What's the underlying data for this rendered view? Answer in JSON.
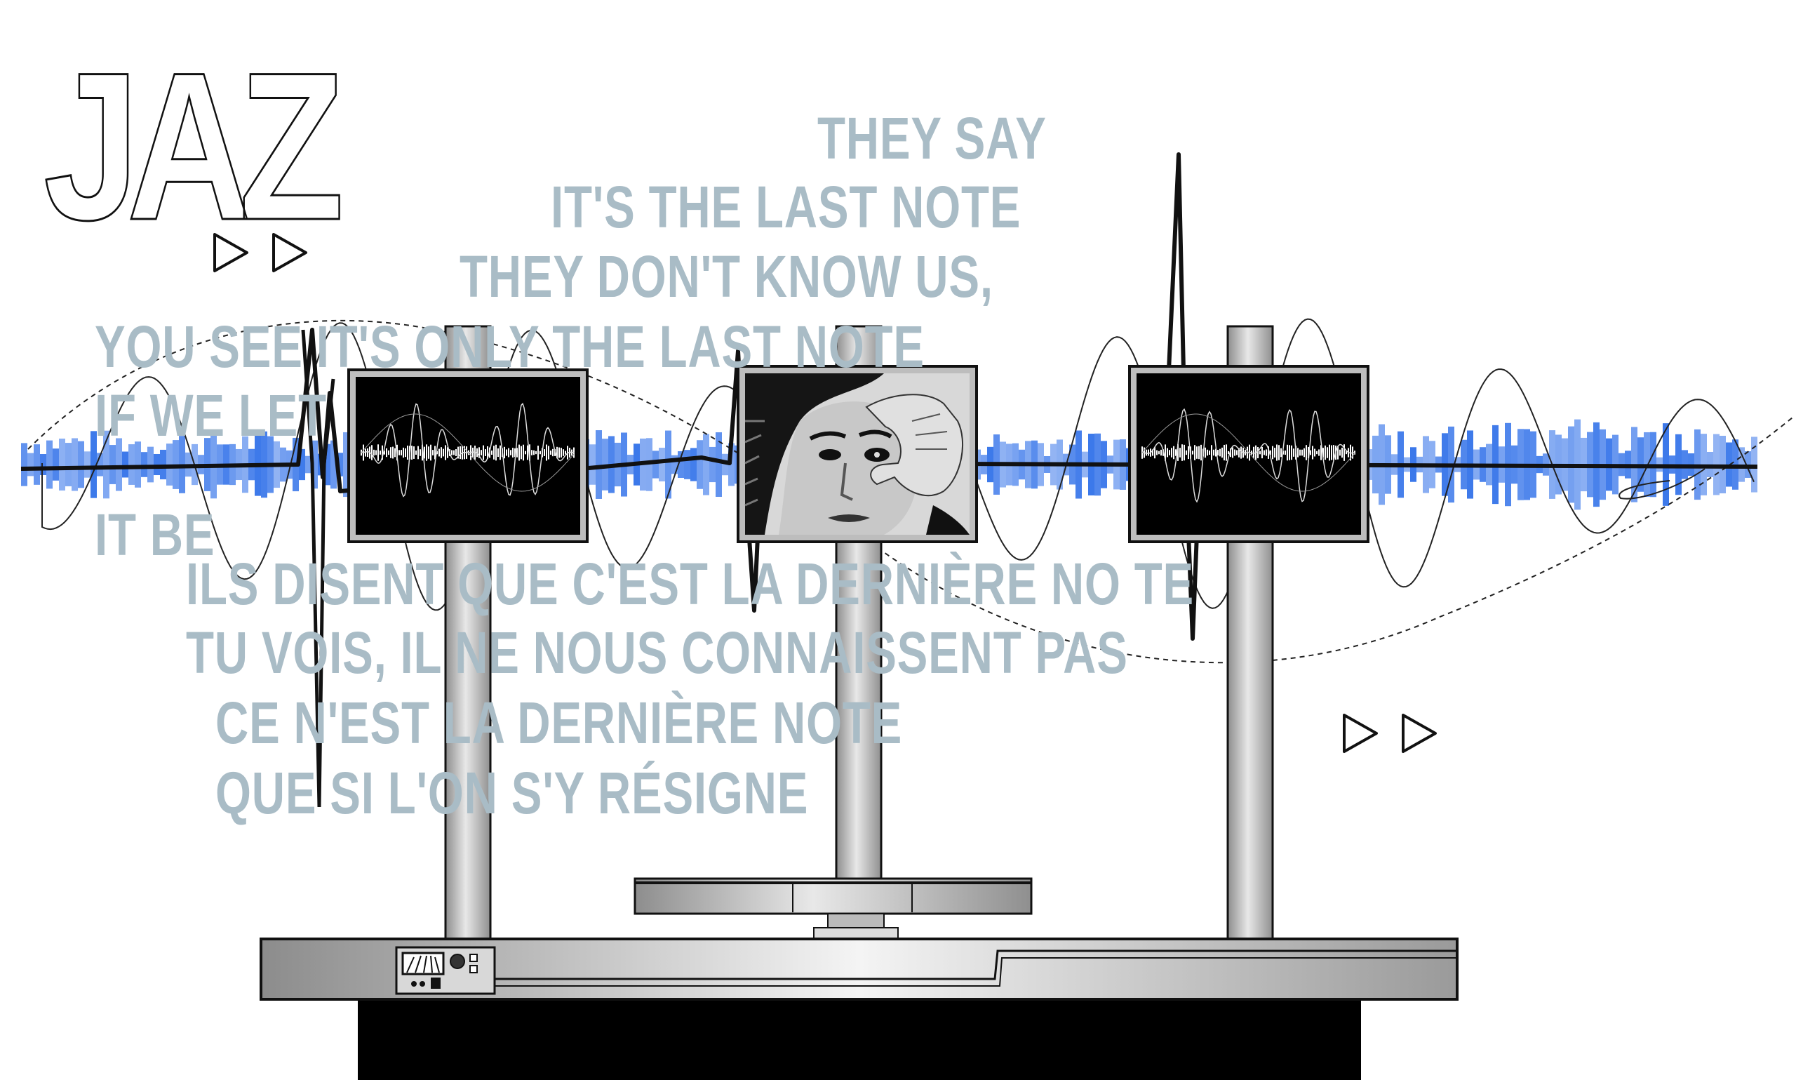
{
  "logo": {
    "text": "JAZ"
  },
  "lyrics_en": [
    "THEY SAY",
    "IT'S THE LAST NOTE",
    "THEY DON'T KNOW US,",
    "YOU SEE IT'S    ONLY THE LAST NOTE",
    "IF WE LET",
    "IT BE"
  ],
  "lyrics_fr": [
    "ILS DISENT QUE C'EST  LA  DERNIÈRE NO  TE",
    "TU VOIS, IL  NE NOUS CONNAISSENT PAS",
    "CE N'EST  LA  DERNIÈRE  NOTE",
    "QUE  SI L'ON S'Y RÉSIGNE"
  ],
  "icons": {
    "play_top": "fast-forward-icon",
    "play_bottom": "fast-forward-icon"
  },
  "colors": {
    "waveform_blue": "#3b78ea",
    "lyric_grey": "#a9bcc6",
    "steel": "#b9b9b9",
    "outline": "#111111"
  }
}
